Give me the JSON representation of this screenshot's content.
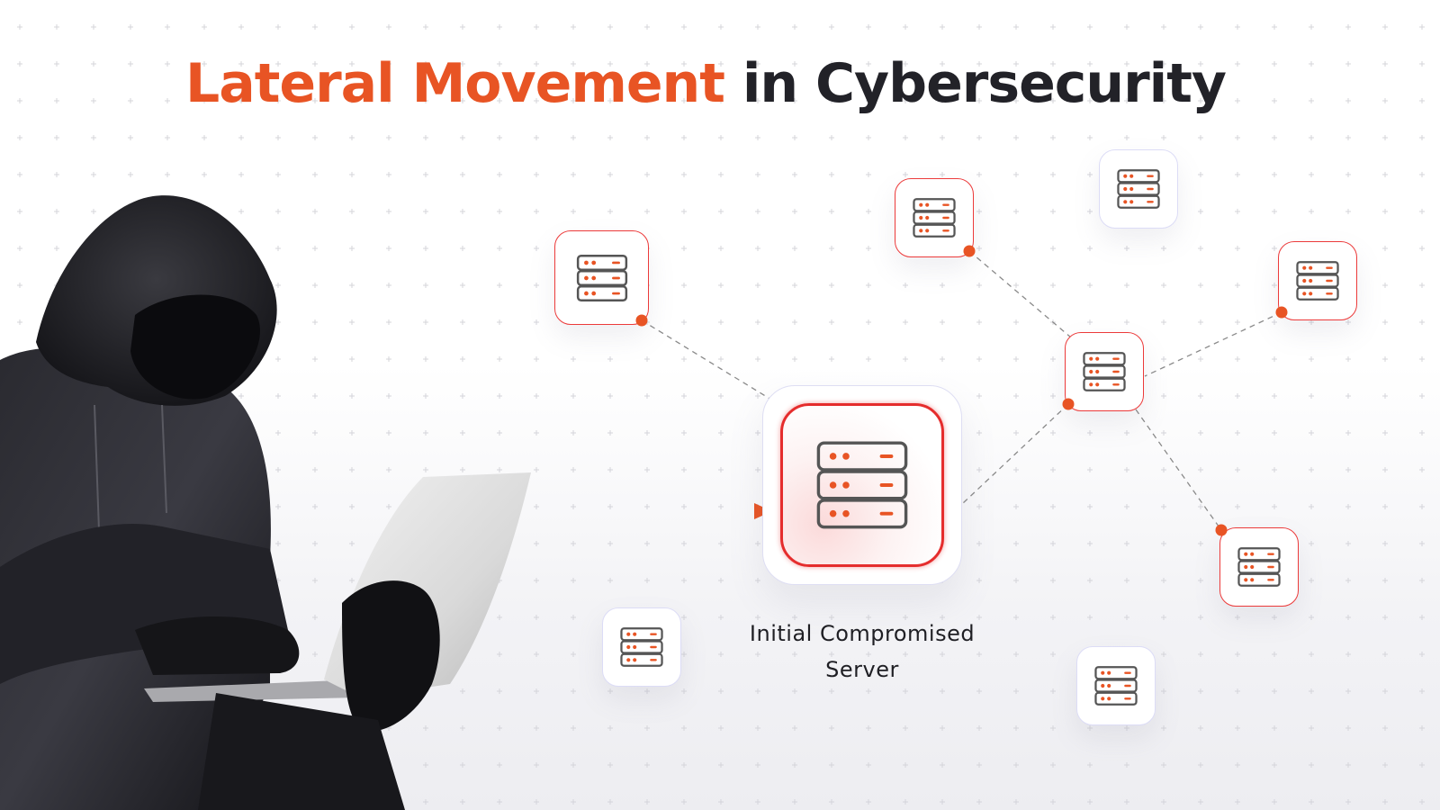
{
  "title": {
    "accent_text": "Lateral Movement",
    "rest_text": "in Cybersecurity"
  },
  "colors": {
    "accent": "#e85424",
    "title_dark": "#222228",
    "node_red_border": "#ec3a3a",
    "node_blue_border": "#dcdcf6",
    "server_stroke": "#555555",
    "link_dash": "#8a8a8a"
  },
  "main_server": {
    "label_line1": "Initial Compromised",
    "label_line2": "Server",
    "icon": "server-rack-icon"
  },
  "attacker": {
    "icon": "hooded-hacker-with-laptop",
    "arrow": "attack-arrow-to-initial-server"
  },
  "nodes": [
    {
      "id": "server-1",
      "state": "compromised",
      "icon": "server-rack-icon"
    },
    {
      "id": "server-2",
      "state": "compromised",
      "icon": "server-rack-icon"
    },
    {
      "id": "server-3",
      "state": "safe",
      "icon": "server-rack-icon"
    },
    {
      "id": "server-4",
      "state": "compromised",
      "icon": "server-rack-icon"
    },
    {
      "id": "server-5-hub",
      "state": "compromised",
      "icon": "server-rack-icon"
    },
    {
      "id": "server-6",
      "state": "compromised",
      "icon": "server-rack-icon"
    },
    {
      "id": "server-7",
      "state": "safe",
      "icon": "server-rack-icon"
    },
    {
      "id": "server-8",
      "state": "safe",
      "icon": "server-rack-icon"
    }
  ]
}
